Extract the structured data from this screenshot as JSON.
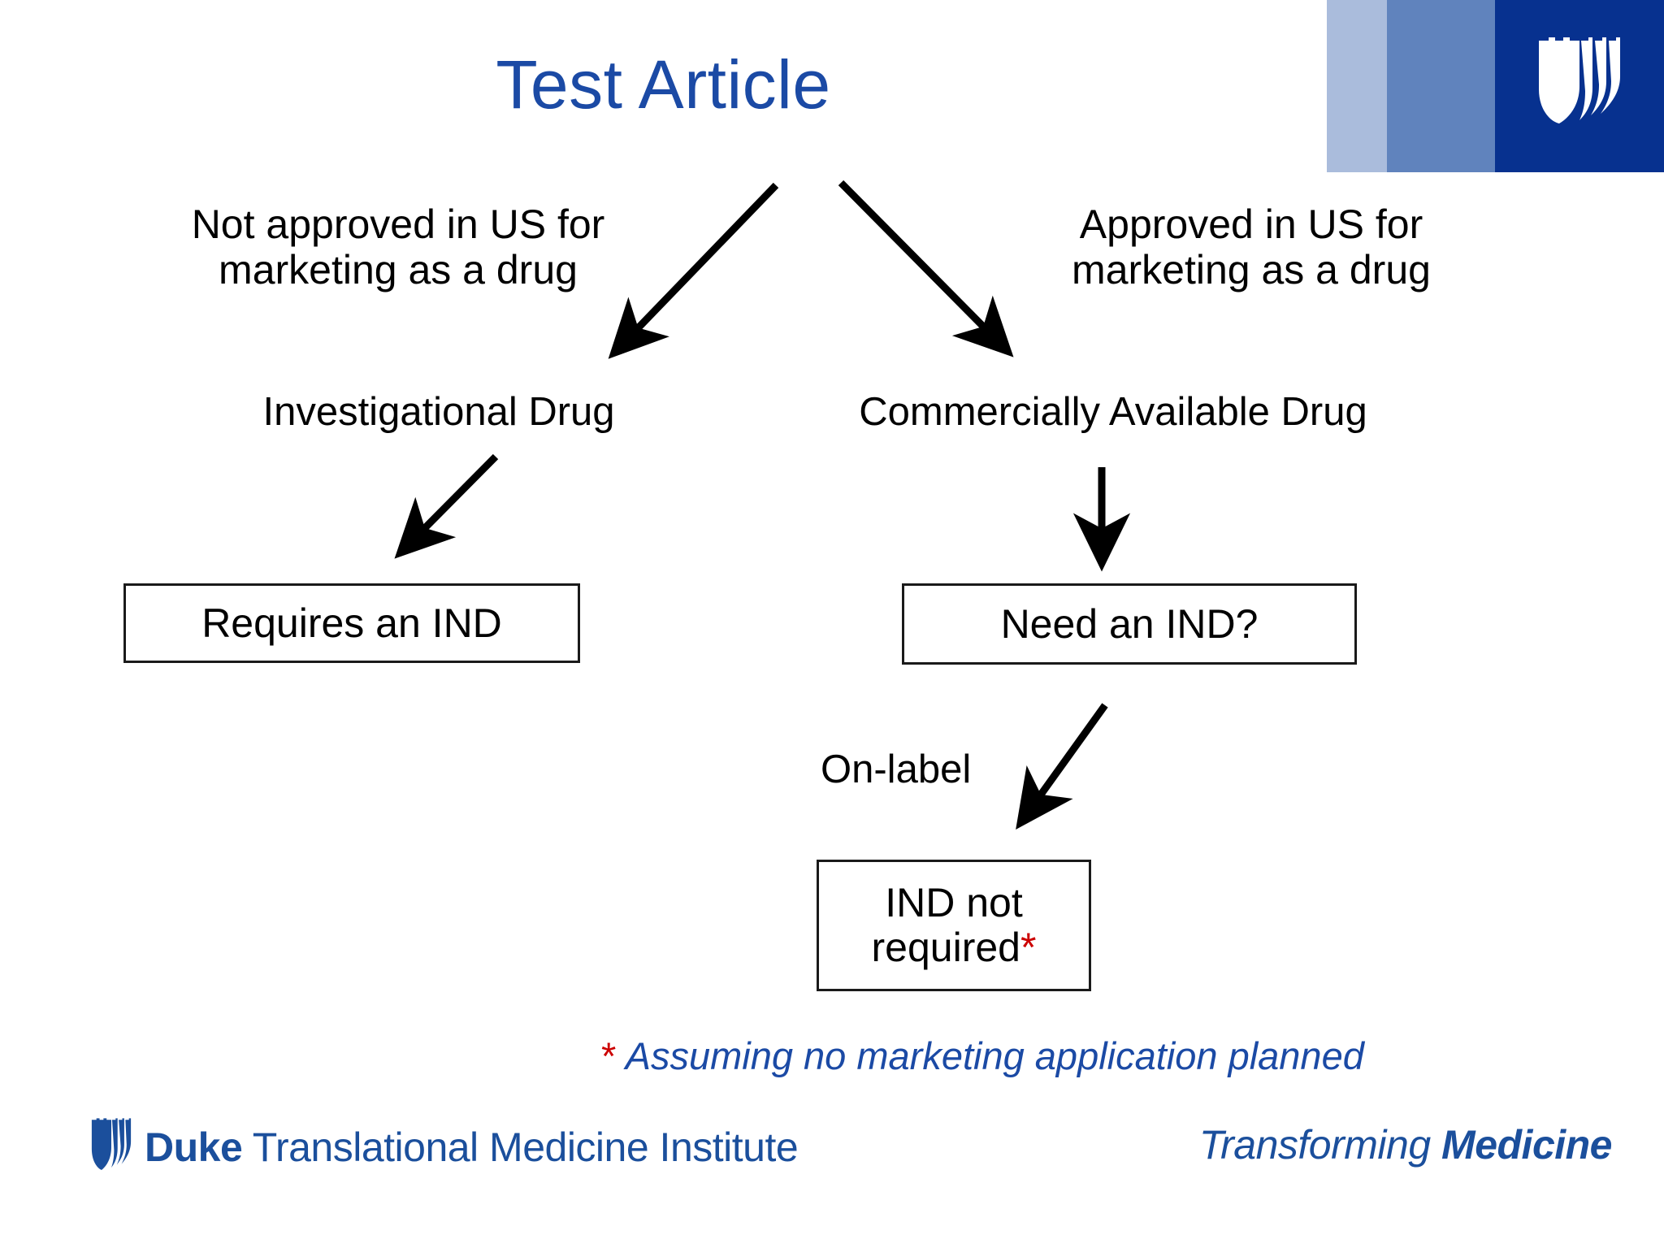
{
  "slide": {
    "title": "Test Article",
    "title_color": "#1b4aa5",
    "background": "#ffffff"
  },
  "banner": {
    "bands": [
      "#aabcdc",
      "#6083bd",
      "#07318f"
    ],
    "shield_color": "#ffffff"
  },
  "diagram": {
    "type": "flowchart",
    "branch_left_label": "Not approved in US for marketing as a drug",
    "branch_right_label": "Approved in US for marketing as a drug",
    "node_investigational": "Investigational Drug",
    "node_commercial": "Commercially Available Drug",
    "box_requires_ind": "Requires an IND",
    "box_need_ind": "Need an IND?",
    "edge_on_label": "On-label",
    "box_ind_not_required_line1": "IND not",
    "box_ind_not_required_line2": "required",
    "box_ind_not_required_marker": "*",
    "marker_color": "#cc0000",
    "box_border_color": "#1a1a1a",
    "arrow_color": "#000000"
  },
  "footnote": {
    "marker": "*",
    "text": "Assuming no marketing application planned",
    "color": "#1b4aa5"
  },
  "footer": {
    "left_bold": "Duke",
    "left_regular": "Translational Medicine Institute",
    "right_italic": "Transforming",
    "right_bold": "Medicine",
    "color": "#1b4f9c"
  },
  "chart_data": {
    "type": "flowchart",
    "title": "Test Article",
    "nodes": [
      {
        "id": "root",
        "label": "Test Article",
        "shape": "title"
      },
      {
        "id": "investigational",
        "label": "Investigational Drug",
        "shape": "plain"
      },
      {
        "id": "commercial",
        "label": "Commercially Available Drug",
        "shape": "plain"
      },
      {
        "id": "requires_ind",
        "label": "Requires an IND",
        "shape": "box"
      },
      {
        "id": "need_ind",
        "label": "Need an IND?",
        "shape": "box"
      },
      {
        "id": "ind_not_required",
        "label": "IND not required*",
        "shape": "box"
      }
    ],
    "edges": [
      {
        "from": "root",
        "to": "investigational",
        "label": "Not approved in US for marketing as a drug"
      },
      {
        "from": "root",
        "to": "commercial",
        "label": "Approved in US for marketing as a drug"
      },
      {
        "from": "investigational",
        "to": "requires_ind",
        "label": ""
      },
      {
        "from": "commercial",
        "to": "need_ind",
        "label": ""
      },
      {
        "from": "need_ind",
        "to": "ind_not_required",
        "label": "On-label"
      }
    ],
    "annotations": [
      "* Assuming no marketing application planned"
    ]
  }
}
